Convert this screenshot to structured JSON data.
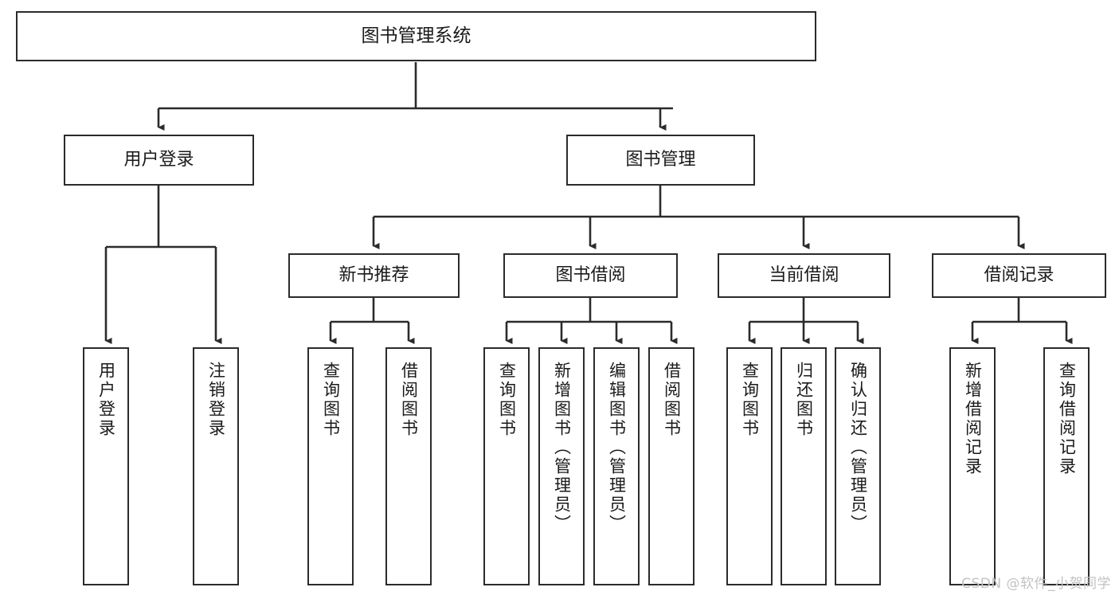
{
  "diagram": {
    "type": "tree-hierarchy",
    "title": "图书管理系统",
    "orientation": "top-down",
    "colors": {
      "box_border": "#2b2b2b",
      "box_fill": "#ffffff",
      "edge": "#2b2b2b",
      "text": "#1a1a1a",
      "watermark": "#c2c2c2",
      "background": "#ffffff"
    },
    "nodes": {
      "root": {
        "label": "图书管理系统"
      },
      "level2": [
        {
          "id": "user-login",
          "label": "用户登录"
        },
        {
          "id": "book-manage",
          "label": "图书管理"
        }
      ],
      "level3": [
        {
          "id": "new-book-recommend",
          "label": "新书推荐"
        },
        {
          "id": "book-borrow",
          "label": "图书借阅"
        },
        {
          "id": "current-borrow",
          "label": "当前借阅"
        },
        {
          "id": "borrow-record",
          "label": "借阅记录"
        }
      ],
      "leaves": [
        {
          "id": "leaf-user-login",
          "label": "用户登录",
          "parent": "user-login"
        },
        {
          "id": "leaf-logout",
          "label": "注销登录",
          "parent": "user-login"
        },
        {
          "id": "leaf-query-book-1",
          "label": "查询图书",
          "parent": "new-book-recommend"
        },
        {
          "id": "leaf-borrow-book-1",
          "label": "借阅图书",
          "parent": "new-book-recommend"
        },
        {
          "id": "leaf-query-book-2",
          "label": "查询图书",
          "parent": "book-borrow"
        },
        {
          "id": "leaf-add-book",
          "label": "新增图书（管理员）",
          "parent": "book-borrow"
        },
        {
          "id": "leaf-edit-book",
          "label": "编辑图书（管理员）",
          "parent": "book-borrow"
        },
        {
          "id": "leaf-borrow-book-2",
          "label": "借阅图书",
          "parent": "book-borrow"
        },
        {
          "id": "leaf-query-book-3",
          "label": "查询图书",
          "parent": "current-borrow"
        },
        {
          "id": "leaf-return-book",
          "label": "归还图书",
          "parent": "current-borrow"
        },
        {
          "id": "leaf-confirm-return",
          "label": "确认归还（管理员）",
          "parent": "current-borrow"
        },
        {
          "id": "leaf-add-record",
          "label": "新增借阅记录",
          "parent": "borrow-record"
        },
        {
          "id": "leaf-query-record",
          "label": "查询借阅记录",
          "parent": "borrow-record"
        }
      ]
    },
    "watermark": "CSDN @软件_小贺同学"
  }
}
